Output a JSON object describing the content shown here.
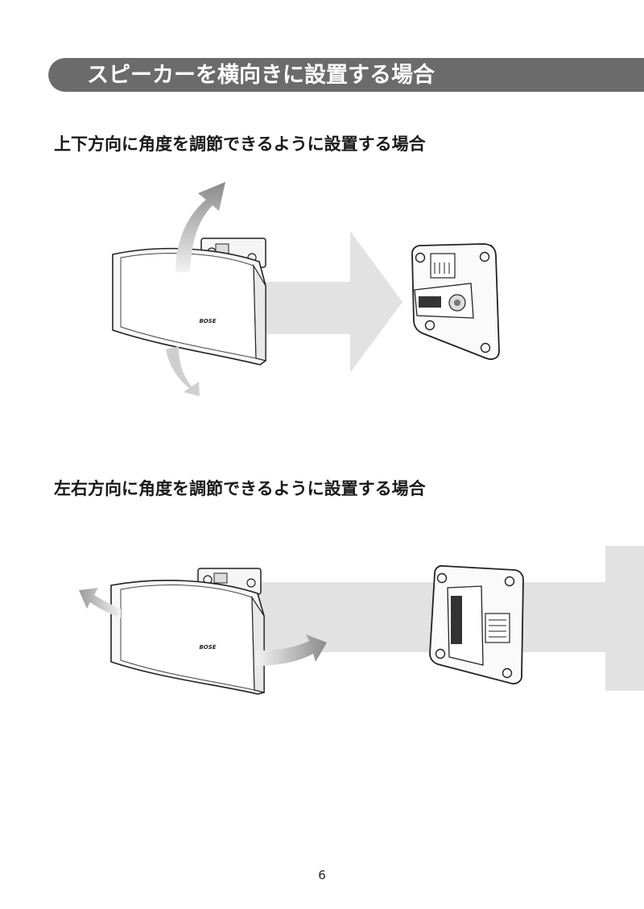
{
  "header": {
    "title": "スピーカーを横向きに設置する場合"
  },
  "sections": [
    {
      "heading": "上下方向に角度を調節できるように設置する場合"
    },
    {
      "heading": "左右方向に角度を調節できるように設置する場合"
    }
  ],
  "speaker_logo": "BOSE",
  "page_number": "6"
}
